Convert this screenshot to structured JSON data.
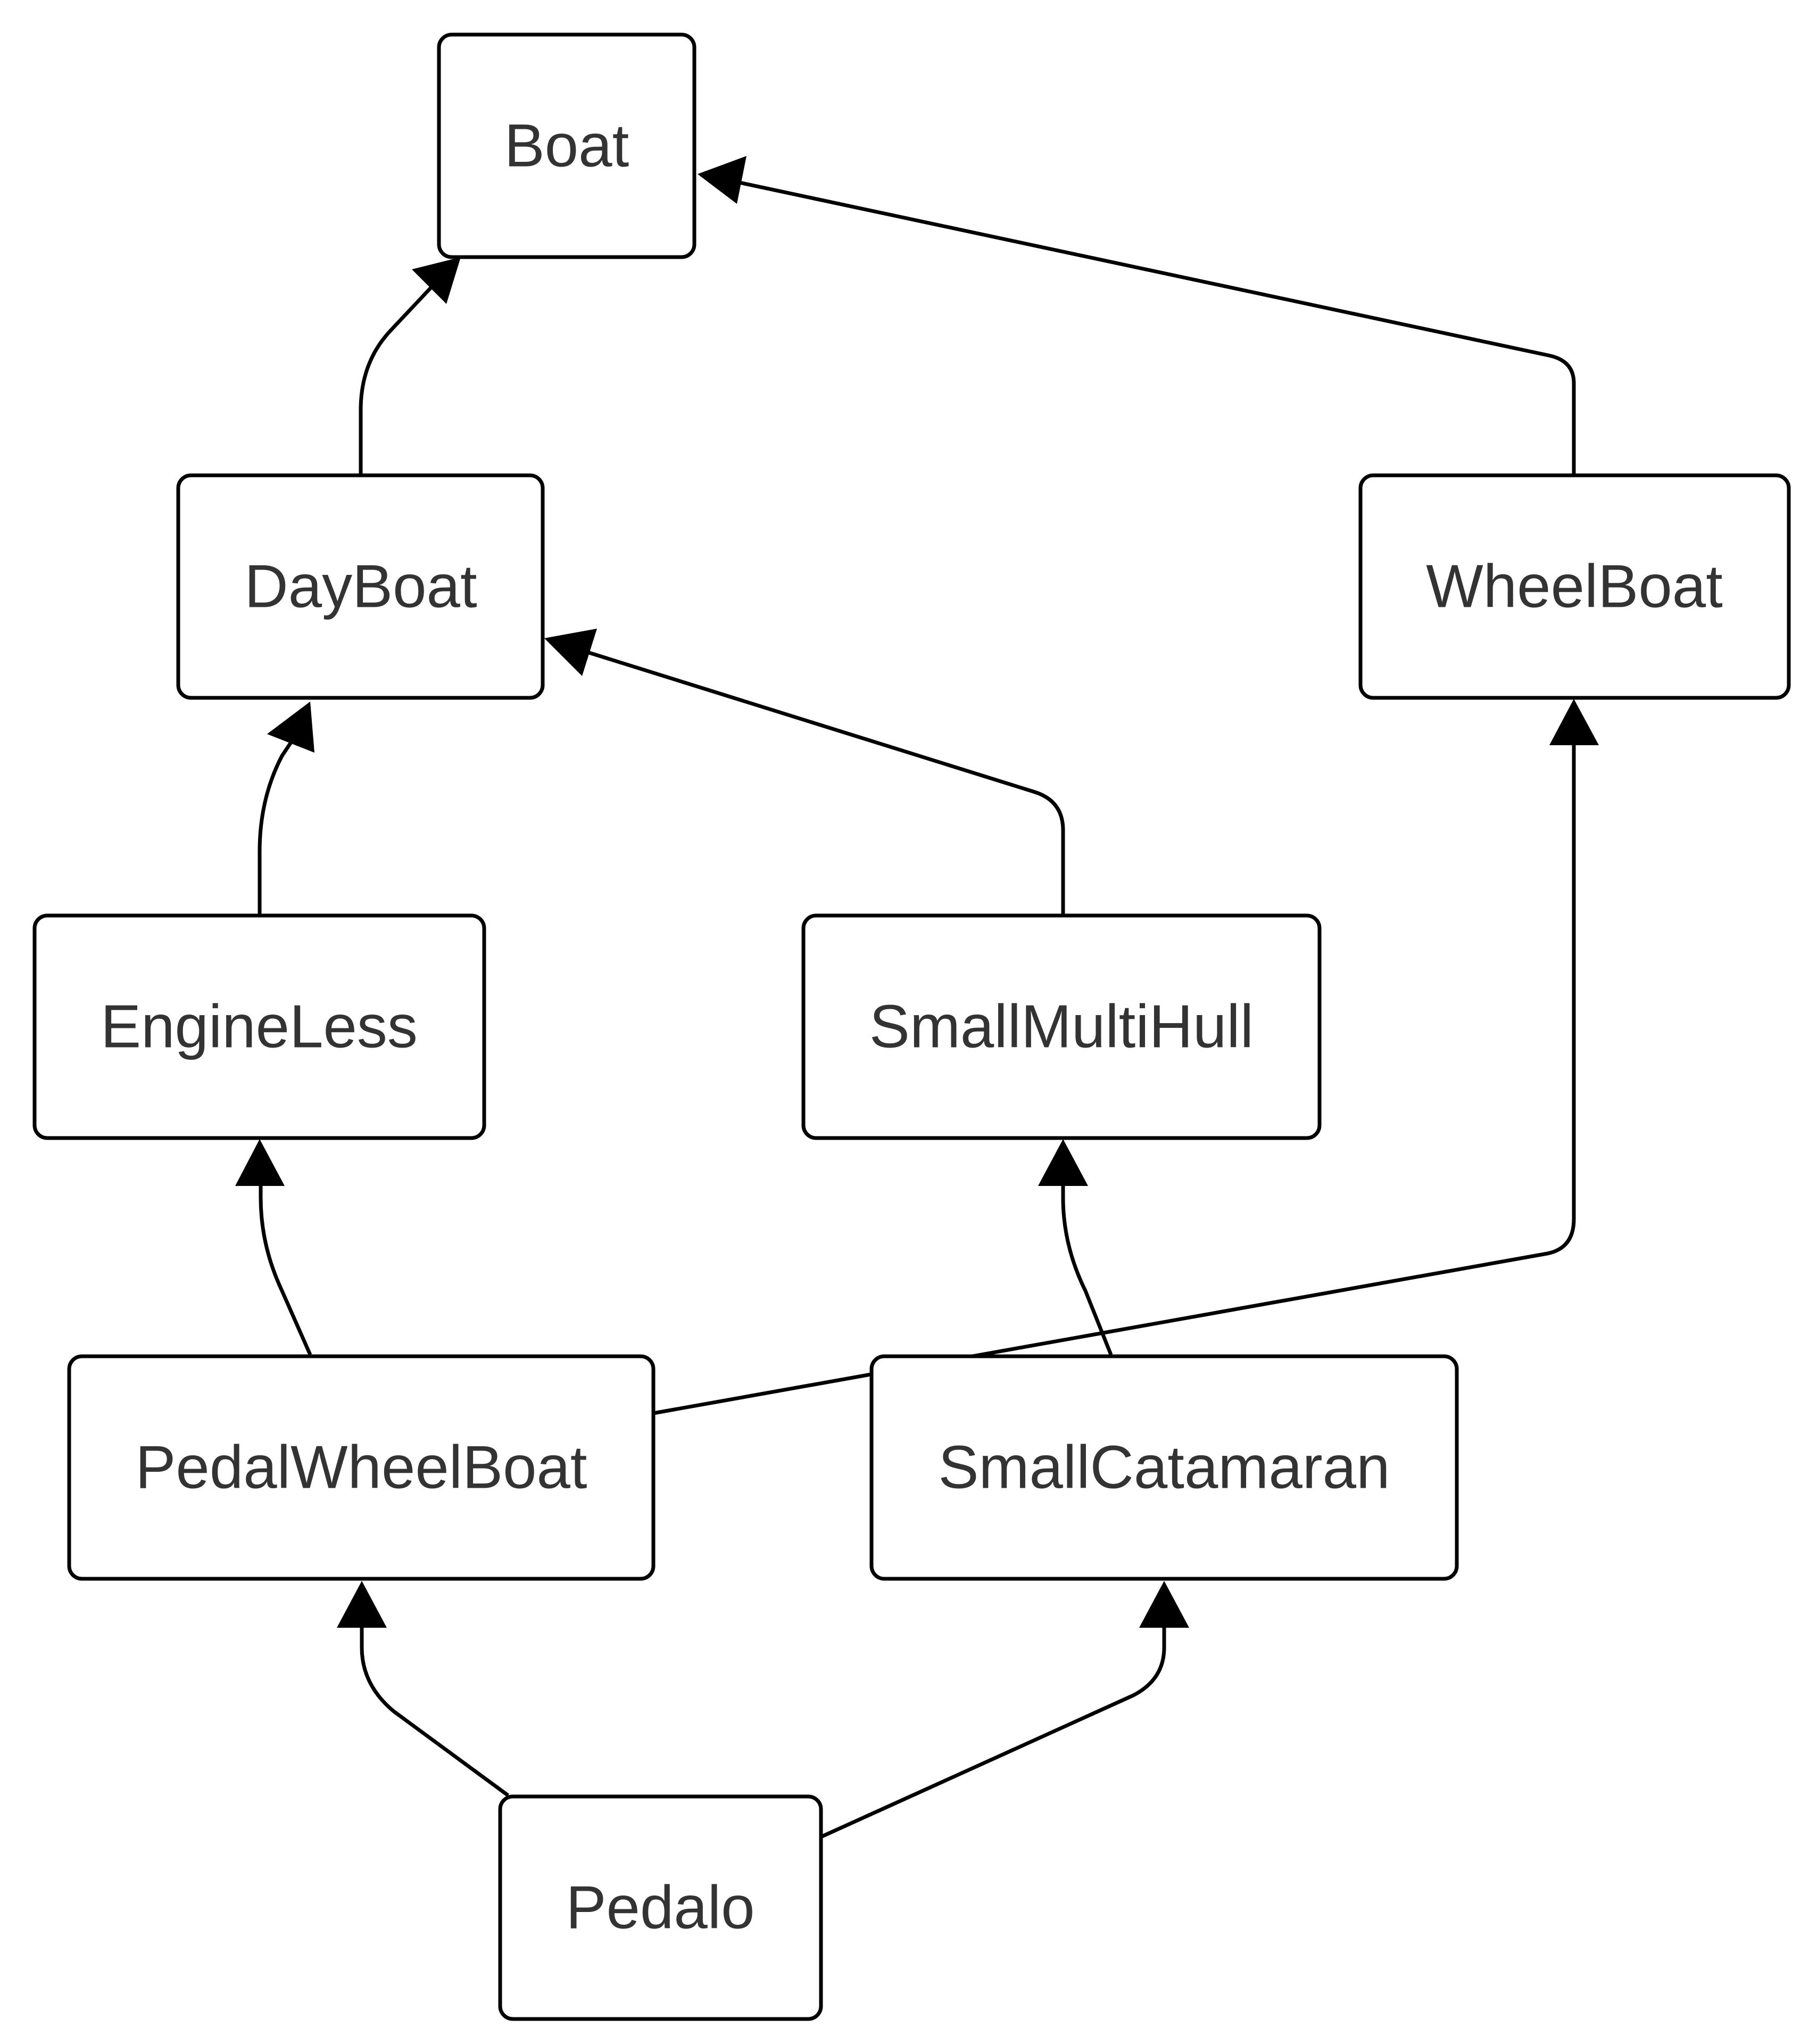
{
  "diagram": {
    "type": "inheritance-graph",
    "nodes": [
      {
        "id": "boat",
        "label": "Boat"
      },
      {
        "id": "dayboat",
        "label": "DayBoat"
      },
      {
        "id": "wheelboat",
        "label": "WheelBoat"
      },
      {
        "id": "engineless",
        "label": "EngineLess"
      },
      {
        "id": "smallmultihull",
        "label": "SmallMultiHull"
      },
      {
        "id": "pedalwheelboat",
        "label": "PedalWheelBoat"
      },
      {
        "id": "smallcatamaran",
        "label": "SmallCatamaran"
      },
      {
        "id": "pedalo",
        "label": "Pedalo"
      }
    ],
    "edges": [
      {
        "from": "dayboat",
        "to": "boat"
      },
      {
        "from": "wheelboat",
        "to": "boat"
      },
      {
        "from": "engineless",
        "to": "dayboat"
      },
      {
        "from": "smallmultihull",
        "to": "dayboat"
      },
      {
        "from": "pedalwheelboat",
        "to": "engineless"
      },
      {
        "from": "pedalwheelboat",
        "to": "wheelboat"
      },
      {
        "from": "smallcatamaran",
        "to": "smallmultihull"
      },
      {
        "from": "pedalo",
        "to": "pedalwheelboat"
      },
      {
        "from": "pedalo",
        "to": "smallcatamaran"
      }
    ]
  }
}
